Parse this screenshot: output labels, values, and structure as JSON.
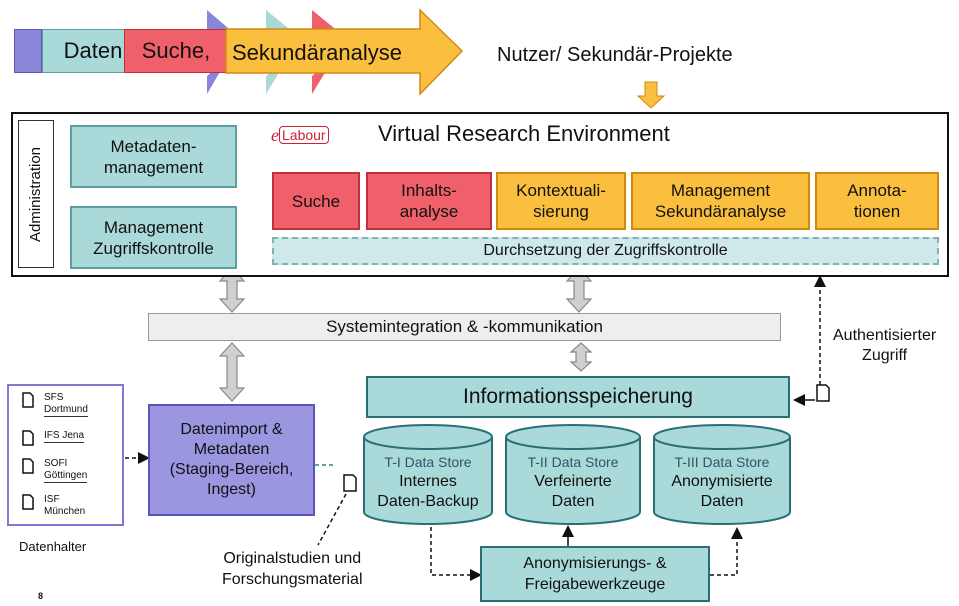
{
  "top_arrow": {
    "daten": "Daten",
    "suche": "Suche,",
    "sekundar": "Sekundäranalyse",
    "nutzer": "Nutzer/ Sekundär-Projekte"
  },
  "vre": {
    "logo_e": "e",
    "logo_labour": "Labour",
    "title": "Virtual Research Environment",
    "administration": "Administration",
    "metadaten": "Metadaten-\nmanagement",
    "zugriff": "Management\nZugriffskontrolle",
    "modules": [
      {
        "label": "Suche"
      },
      {
        "label": "Inhalts-\nanalyse"
      },
      {
        "label": "Kontextuali-\nsierung"
      },
      {
        "label": "Management\nSekundäranalyse"
      },
      {
        "label": "Annota-\ntionen"
      }
    ],
    "durchsetzung": "Durchsetzung der Zugriffskontrolle"
  },
  "systemintegration": "Systemintegration & -kommunikation",
  "auth": "Authentisierter\nZugriff",
  "informationsspeicherung": "Informationsspeicherung",
  "datenhalter": {
    "label": "Datenhalter",
    "items": [
      {
        "name": "SFS\nDortmund"
      },
      {
        "name": "IFS Jena"
      },
      {
        "name": "SOFI\nGöttingen"
      },
      {
        "name": "ISF\nMünchen"
      }
    ]
  },
  "import": "Datenimport &\nMetadaten\n(Staging-Bereich,\nIngest)",
  "stores": [
    {
      "tier": "T-I Data Store",
      "name": "Internes\nDaten-Backup"
    },
    {
      "tier": "T-II Data Store",
      "name": "Verfeinerte\nDaten"
    },
    {
      "tier": "T-III Data Store",
      "name": "Anonymisierte\nDaten"
    }
  ],
  "anon": "Anonymisierungs- &\nFreigabewerkzeuge",
  "original": "Originalstudien und\nForschungsmaterial",
  "page_number": "8",
  "colors": {
    "teal": "#a9d9d9",
    "red": "#f0606a",
    "orange": "#fbbf3f",
    "purple": "#9a96df",
    "grey": "#eeeeee"
  }
}
